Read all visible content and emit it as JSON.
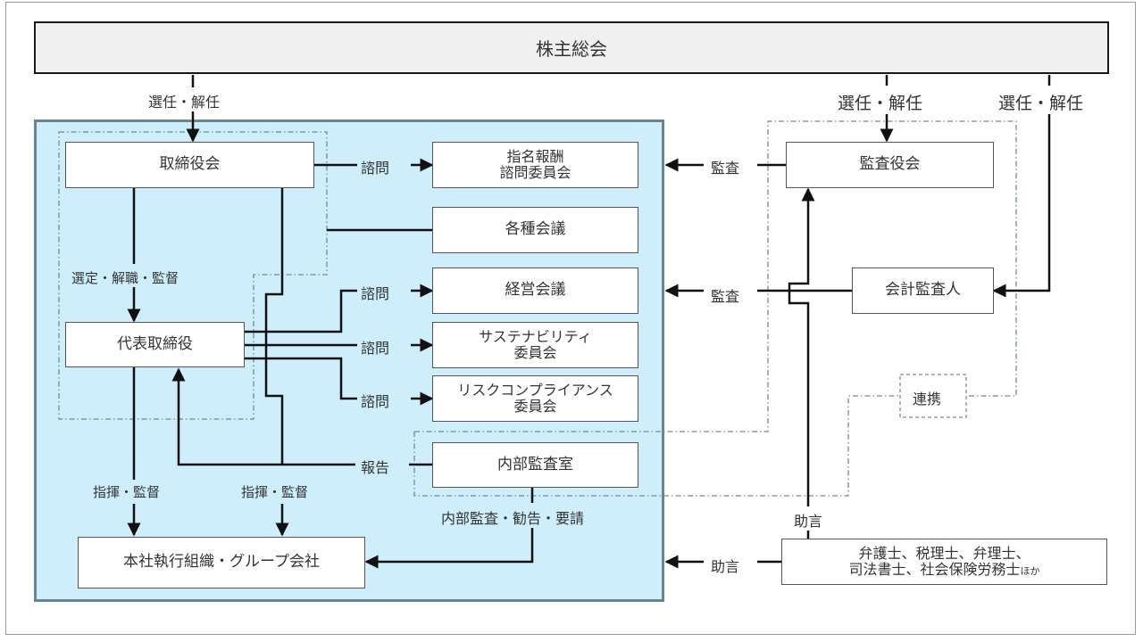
{
  "diagram": {
    "shareholders_meeting": "株主総会",
    "nodes": {
      "board_of_directors": "取締役会",
      "nomination_compensation_committee": [
        "指名報酬",
        "諮問委員会"
      ],
      "various_meetings": "各種会議",
      "management_meeting": "経営会議",
      "sustainability_committee": [
        "サステナビリティ",
        "委員会"
      ],
      "risk_compliance_committee": [
        "リスクコンプライアンス",
        "委員会"
      ],
      "representative_director": "代表取締役",
      "internal_audit_office": "内部監査室",
      "head_office_group": "本社執行組織・グループ会社",
      "audit_board": "監査役会",
      "accounting_auditor": "会計監査人",
      "external_experts": [
        "弁護士、税理士、弁理士、",
        "司法書士、社会保険労務士"
      ],
      "external_experts_suffix": "ほか",
      "collaboration": "連携"
    },
    "edge_labels": {
      "appoint_dismiss_board": "選任・解任",
      "appoint_dismiss_audit_board": "選任・解任",
      "appoint_dismiss_accounting": "選任・解任",
      "consult_nomination": "諮問",
      "select_dismiss_supervise": "選定・解職・監督",
      "consult_management": "諮問",
      "consult_sustainability": "諮問",
      "consult_risk": "諮問",
      "audit_from_audit_board": "監査",
      "audit_from_accounting": "監査",
      "report": "報告",
      "direct_supervise_left": "指揮・監督",
      "direct_supervise_right": "指揮・監督",
      "internal_audit_recommend": "内部監査・勧告・要請",
      "advice_vertical": "助言",
      "advice_horizontal": "助言"
    }
  }
}
